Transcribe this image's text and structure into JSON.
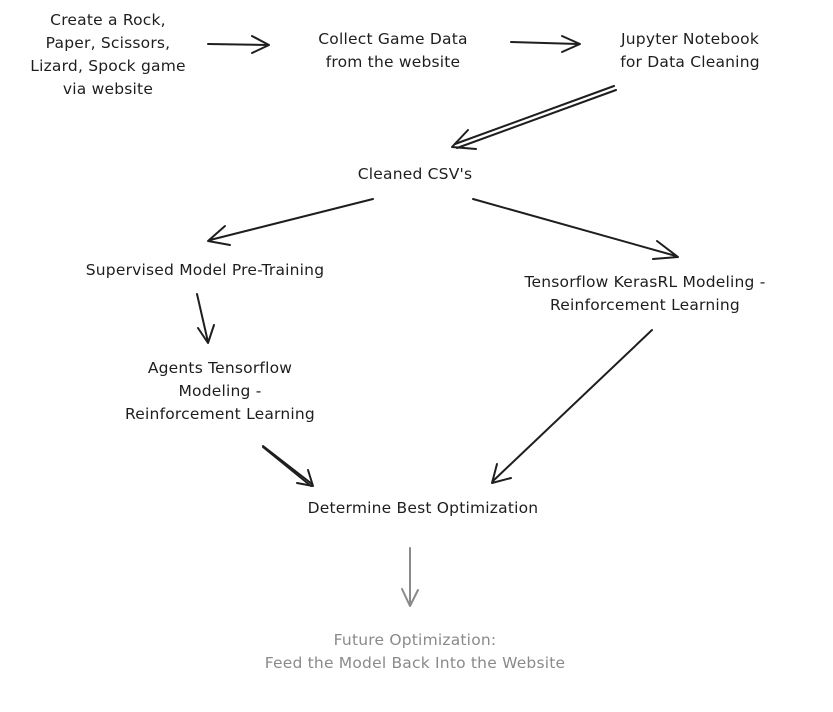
{
  "colors": {
    "ink": "#1e1e1e",
    "muted": "#8a8a8a",
    "background": "#ffffff"
  },
  "nodes": {
    "create_game": "Create a Rock,\nPaper, Scissors,\nLizard, Spock game\nvia website",
    "collect_data": "Collect Game Data\nfrom the website",
    "jupyter": "Jupyter Notebook\nfor Data Cleaning",
    "cleaned_csv": "Cleaned CSV's",
    "supervised": "Supervised Model Pre-Training",
    "kerasrl": "Tensorflow KerasRL Modeling -\nReinforcement Learning",
    "agents": "Agents Tensorflow\nModeling -\nReinforcement Learning",
    "best_opt": "Determine Best Optimization",
    "future": "Future Optimization:\nFeed the Model Back Into the Website"
  }
}
